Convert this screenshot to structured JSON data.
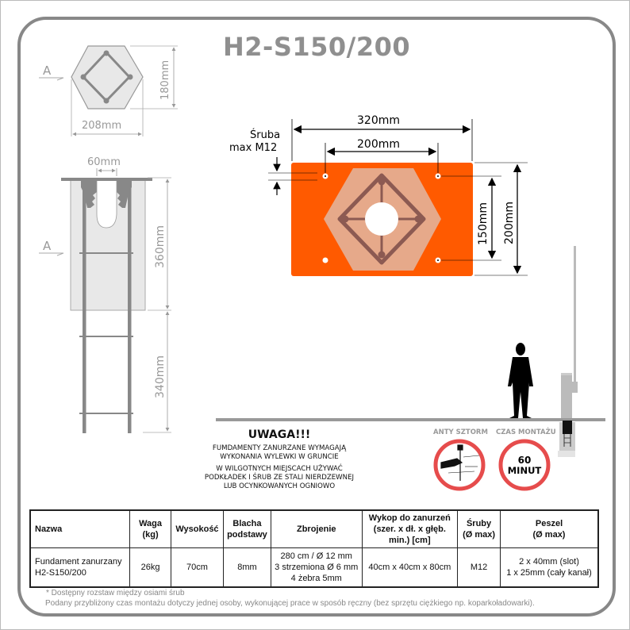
{
  "title": "H2-S150/200",
  "top_view": {
    "section_marker": "A",
    "width_label": "208mm",
    "height_label": "180mm"
  },
  "side_view": {
    "section_marker": "A",
    "slot_width_label": "60mm",
    "upper_height_label": "360mm",
    "lower_height_label": "340mm"
  },
  "base_plate": {
    "bolt_label_line1": "Śruba",
    "bolt_label_line2": "max M12",
    "outer_width_label": "320mm",
    "bolt_spacing_width_label": "200mm",
    "bolt_spacing_height_label": "150mm",
    "outer_height_label": "200mm",
    "plate_color": "#ff5a00",
    "hex_color": "#e6a98a",
    "rebar_color": "#8c5a52"
  },
  "warning": {
    "heading": "UWAGA!!!",
    "para1_line1": "FUMDAMENTY ZANURZANE WYMAGAJĄ",
    "para1_line2": "WYKONANIA WYLEWKI W GRUNCIE",
    "para2_line1": "W WILGOTNYCH MIEJSCACH UŻYWAĆ",
    "para2_line2": "PODKŁADEK I ŚRUB ZE STALI NIERDZEWNEJ",
    "para2_line3": "LUB OCYNKOWANYCH OGNIOWO"
  },
  "badges": [
    {
      "label": "ANTY SZTORM",
      "icon": "storm-lamp-icon"
    },
    {
      "label": "CZAS MONTAŻU",
      "line1": "60",
      "line2": "MINUT"
    }
  ],
  "table": {
    "headers": [
      "Nazwa",
      "Waga (kg)",
      "Wysokość",
      "Blacha podstawy",
      "Zbrojenie",
      "Wykop do zanurzeń (szer. x dł. x głęb. min.) [cm]",
      "Śruby (Ø max)",
      "Peszel (Ø max)"
    ],
    "header_lines": [
      [
        "Nazwa"
      ],
      [
        "Waga",
        "(kg)"
      ],
      [
        "Wysokość"
      ],
      [
        "Blacha",
        "podstawy"
      ],
      [
        "Zbrojenie"
      ],
      [
        "Wykop do zanurzeń",
        "(szer. x dł. x głęb.",
        "min.) [cm]"
      ],
      [
        "Śruby",
        "(Ø max)"
      ],
      [
        "Peszel",
        "(Ø max)"
      ]
    ],
    "rows": [
      {
        "nazwa_line1": "Fundament zanurzany",
        "nazwa_line2": "H2-S150/200",
        "waga": "26kg",
        "wysokosc": "70cm",
        "blacha": "8mm",
        "zbrojenie_line1": "280 cm / Ø 12 mm",
        "zbrojenie_line2": "3 strzemiona Ø 6 mm",
        "zbrojenie_line3": "4 żebra 5mm",
        "wykop": "40cm x 40cm x 80cm",
        "sruby": "M12",
        "peszel_line1": "2 x 40mm (slot)",
        "peszel_line2": "1 x 25mm (cały kanał)"
      }
    ]
  },
  "footnotes": [
    "* Dostępny rozstaw między osiami śrub",
    "Podany przybliżony czas montażu dotyczy jednej osoby, wykonującej prace w sposób ręczny (bez sprzętu ciężkiego np. koparkoładowarki)."
  ]
}
